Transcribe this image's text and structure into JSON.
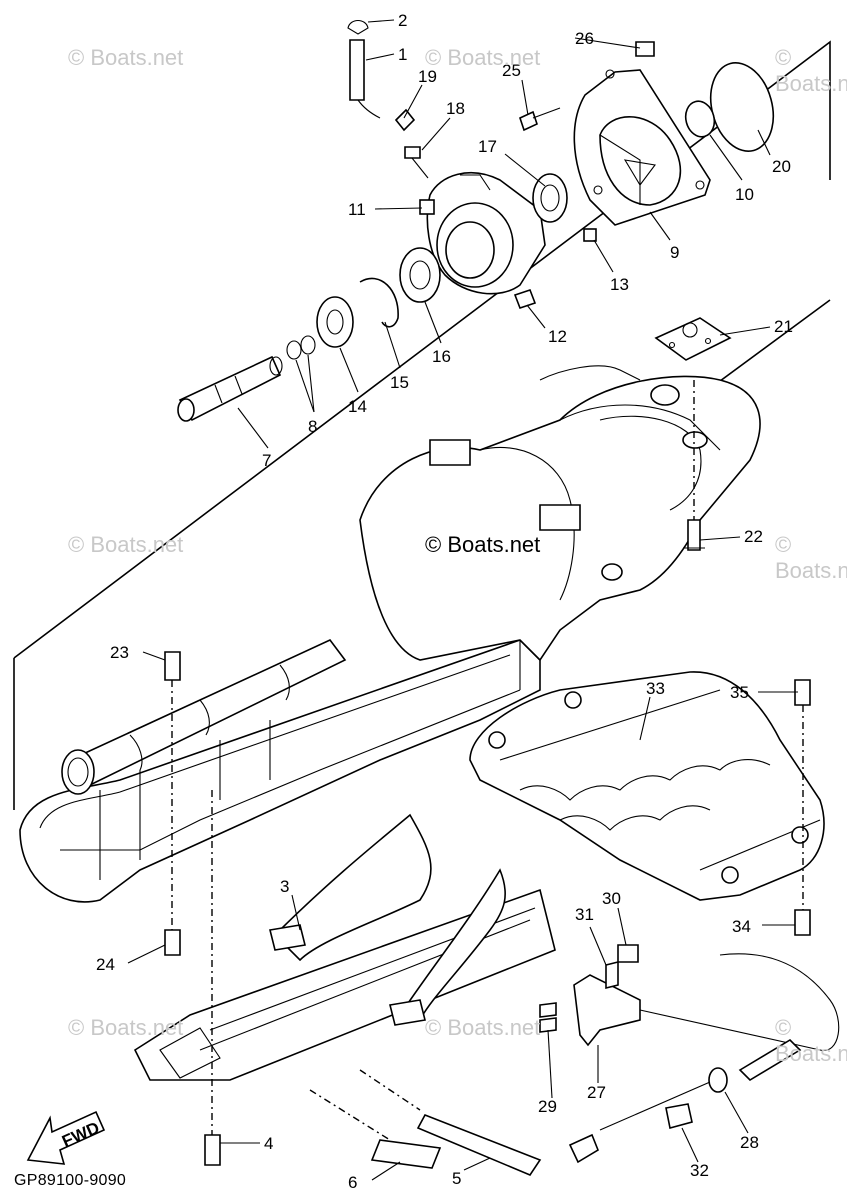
{
  "watermark": {
    "text": "© Boats.net",
    "main_text": "© Boats.net"
  },
  "diagram_code": "GP89100-9090",
  "fwd_label": "FWD",
  "callouts": [
    "1",
    "2",
    "3",
    "4",
    "5",
    "6",
    "7",
    "8",
    "9",
    "10",
    "11",
    "12",
    "13",
    "14",
    "15",
    "16",
    "17",
    "18",
    "19",
    "20",
    "21",
    "22",
    "23",
    "24",
    "25",
    "26",
    "27",
    "28",
    "29",
    "30",
    "31",
    "32",
    "33",
    "34",
    "35"
  ]
}
